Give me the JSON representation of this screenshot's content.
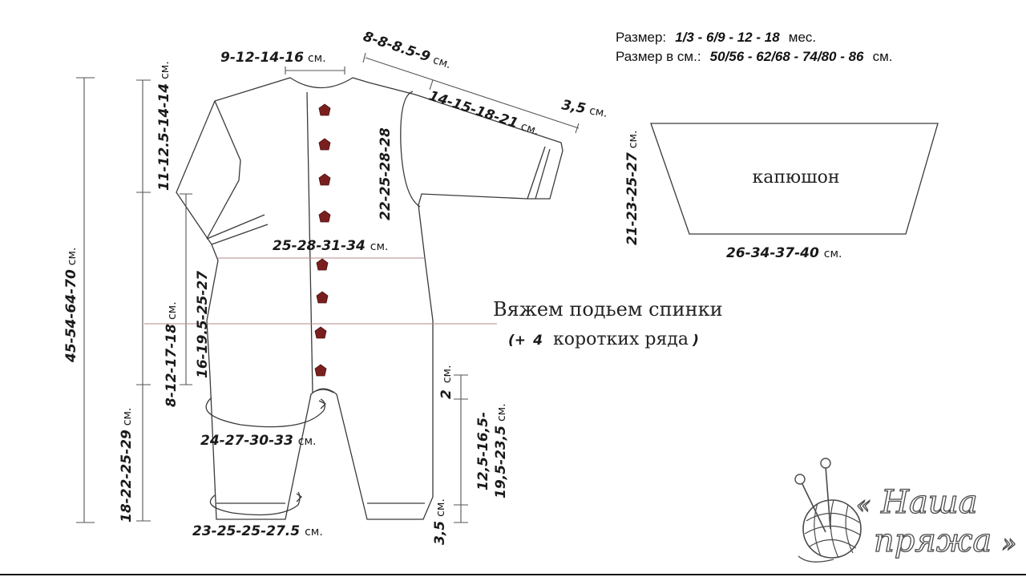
{
  "sizes": {
    "line1_label": "Размер:",
    "line1_values": "1/3 - 6/9 - 12 - 18",
    "line1_unit": "мес.",
    "line2_label": "Размер в см.:",
    "line2_values": "50/56 - 62/68 - 74/80 - 86",
    "line2_unit": "см."
  },
  "measurements": {
    "neck": "9-12-14-16",
    "shoulder": "8-8-8.5-9",
    "sleeve_length": "14-15-18-21",
    "cuff": "3,5",
    "armhole": "22-25-28-28",
    "upper_body": "11-12.5-14-14",
    "chest": "25-28-31-34",
    "total_length": "45-54-64-70",
    "front_rise": "16-19.5-25-27",
    "back_rise": "8-12-17-18",
    "hip": "24-27-30-33",
    "leg_length": "18-22-25-29",
    "ankle": "23-25-25-27.5",
    "inseam_top": "2",
    "inseam": "12,5-16,5-",
    "inseam_2": "19,5-23,5",
    "ankle_cuff": "3,5",
    "hood_height": "21-23-25-27",
    "hood_width": "26-34-37-40"
  },
  "unit": "см.",
  "hood_label": "капюшон",
  "note": {
    "line1": "Вяжем подьем спинки",
    "line2_open": "(+",
    "line2_num": "4",
    "line2_text": "коротких ряда",
    "line2_close": ")"
  },
  "logo": {
    "word1": "Наша",
    "word2": "пряжа",
    "quote_open": "«",
    "quote_close": "»"
  },
  "colors": {
    "outline": "#3a3a3a",
    "button": "#7a1f1f",
    "guide_line": "#b58a8a"
  }
}
